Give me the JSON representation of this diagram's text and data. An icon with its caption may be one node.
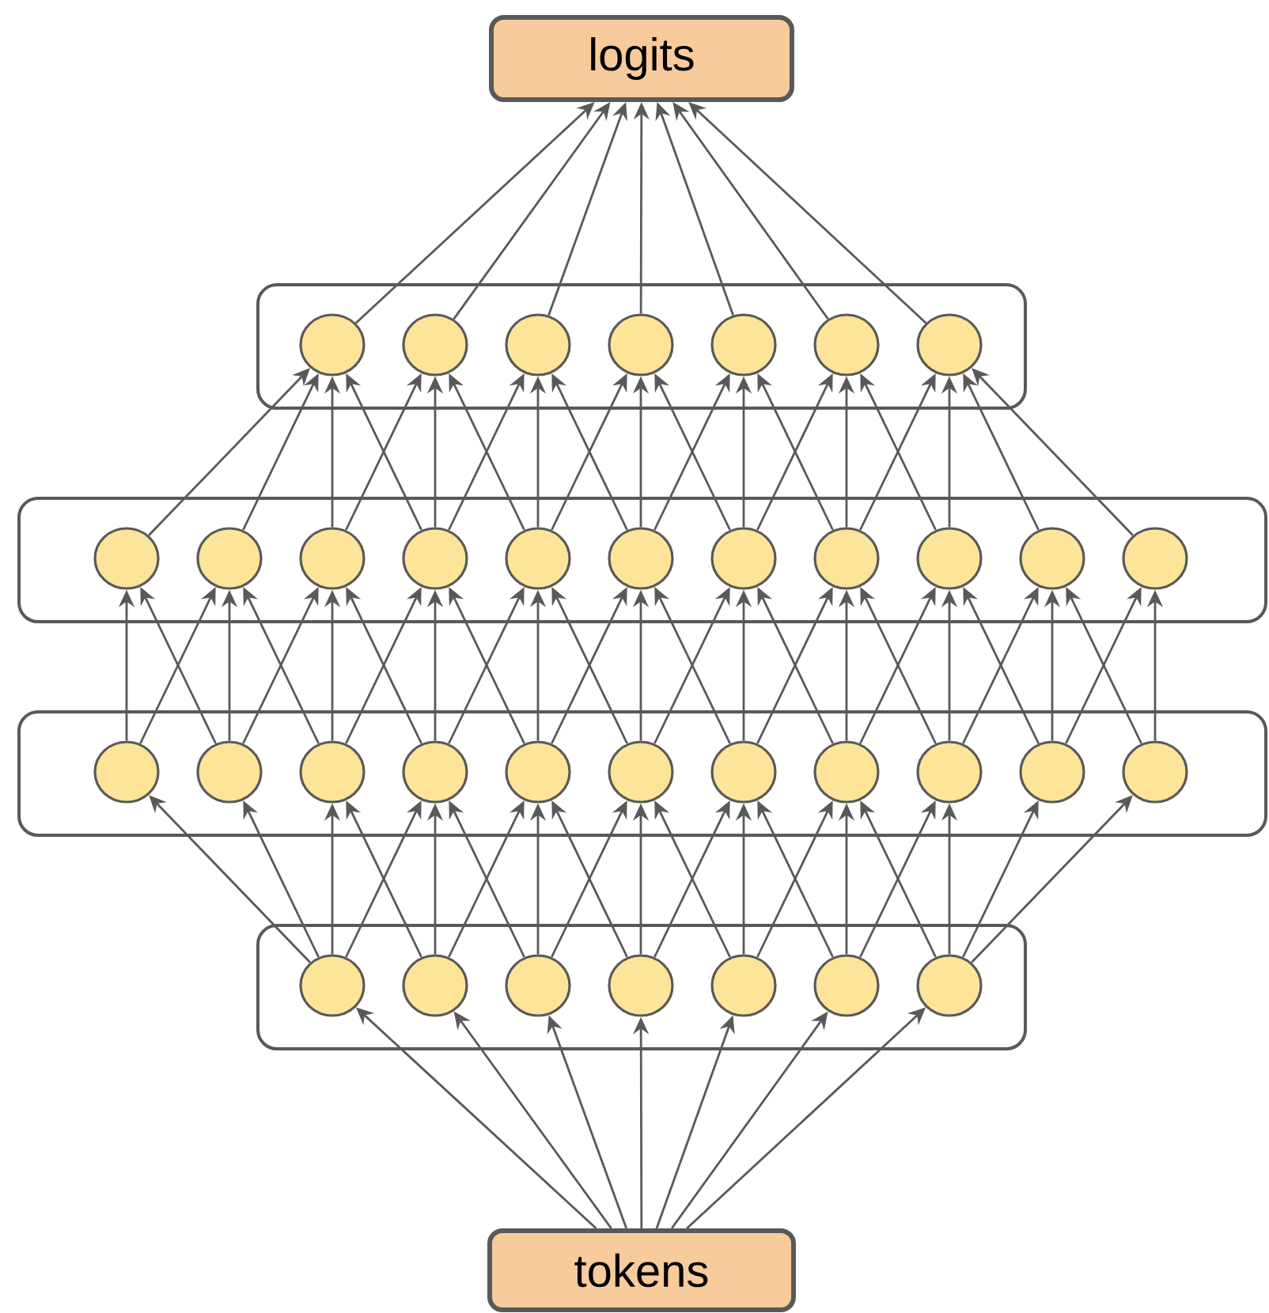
{
  "diagram": {
    "nodes": [
      {
        "text": [
          "logits"
        ]
      },
      {
        "text": [],
        "shape": "box"
      },
      {
        "text": [],
        "shape": "circle",
        "in": 1
      },
      {
        "text": [],
        "shape": "circle",
        "in": 1
      },
      {
        "text": [],
        "shape": "circle",
        "in": 1
      },
      {
        "text": [],
        "shape": "circle",
        "in": 1
      },
      {
        "text": [],
        "shape": "circle",
        "in": 1
      },
      {
        "text": [],
        "shape": "circle",
        "in": 1
      },
      {
        "text": [],
        "shape": "circle",
        "in": 1
      },
      {
        "text": [],
        "shape": "box"
      },
      {
        "text": [],
        "shape": "circle",
        "in": 9
      },
      {
        "text": [],
        "shape": "circle",
        "in": 9
      },
      {
        "text": [],
        "shape": "circle",
        "in": 9
      },
      {
        "text": [],
        "shape": "circle",
        "in": 9
      },
      {
        "text": [],
        "shape": "circle",
        "in": 9
      },
      {
        "text": [],
        "shape": "circle",
        "in": 9
      },
      {
        "text": [],
        "shape": "circle",
        "in": 9
      },
      {
        "text": [],
        "shape": "circle",
        "in": 9
      },
      {
        "text": [],
        "shape": "circle",
        "in": 9
      },
      {
        "text": [],
        "shape": "circle",
        "in": 9
      },
      {
        "text": [],
        "shape": "circle",
        "in": 9
      },
      {
        "text": [],
        "shape": "box"
      },
      {
        "text": [],
        "shape": "circle",
        "in": 21
      },
      {
        "text": [],
        "shape": "circle",
        "in": 21
      },
      {
        "text": [],
        "shape": "circle",
        "in": 21
      },
      {
        "text": [],
        "shape": "circle",
        "in": 21
      },
      {
        "text": [],
        "shape": "circle",
        "in": 21
      },
      {
        "text": [],
        "shape": "circle",
        "in": 21
      },
      {
        "text": [],
        "shape": "circle",
        "in": 21
      },
      {
        "text": [],
        "shape": "circle",
        "in": 21
      },
      {
        "text": [],
        "shape": "circle",
        "in": 21
      },
      {
        "text": [],
        "shape": "circle",
        "in": 21
      },
      {
        "text": [],
        "shape": "circle",
        "in": 21
      },
      {
        "text": [],
        "shape": "box"
      },
      {
        "text": [],
        "shape": "circle",
        "in": 33
      },
      {
        "text": [],
        "shape": "circle",
        "in": 33
      },
      {
        "text": [],
        "shape": "circle",
        "in": 33
      },
      {
        "text": [],
        "shape": "circle",
        "in": 33
      },
      {
        "text": [],
        "shape": "circle",
        "in": 33
      },
      {
        "text": [],
        "shape": "circle",
        "in": 33
      },
      {
        "text": [],
        "shape": "circle",
        "in": 33
      },
      {
        "text": [
          "tokens"
        ]
      }
    ],
    "edges": [
      {
        "from": 41,
        "to": 34,
        "arrow": "to"
      },
      {
        "from": 41,
        "to": 35,
        "arrow": "to"
      },
      {
        "from": 41,
        "to": 36,
        "arrow": "to"
      },
      {
        "from": 41,
        "to": 37,
        "arrow": "to"
      },
      {
        "from": 41,
        "to": 38,
        "arrow": "to"
      },
      {
        "from": 41,
        "to": 39,
        "arrow": "to"
      },
      {
        "from": 41,
        "to": 40,
        "arrow": "to"
      },
      {
        "from": 34,
        "to": 22,
        "arrow": "to"
      },
      {
        "from": 34,
        "to": 23,
        "arrow": "to"
      },
      {
        "from": 34,
        "to": 24,
        "arrow": "to"
      },
      {
        "from": 34,
        "to": 25,
        "arrow": "to"
      },
      {
        "from": 35,
        "to": 24,
        "arrow": "to"
      },
      {
        "from": 35,
        "to": 25,
        "arrow": "to"
      },
      {
        "from": 35,
        "to": 26,
        "arrow": "to"
      },
      {
        "from": 36,
        "to": 25,
        "arrow": "to"
      },
      {
        "from": 36,
        "to": 26,
        "arrow": "to"
      },
      {
        "from": 36,
        "to": 27,
        "arrow": "to"
      },
      {
        "from": 37,
        "to": 26,
        "arrow": "to"
      },
      {
        "from": 37,
        "to": 27,
        "arrow": "to"
      },
      {
        "from": 37,
        "to": 28,
        "arrow": "to"
      },
      {
        "from": 38,
        "to": 27,
        "arrow": "to"
      },
      {
        "from": 38,
        "to": 28,
        "arrow": "to"
      },
      {
        "from": 38,
        "to": 29,
        "arrow": "to"
      },
      {
        "from": 39,
        "to": 28,
        "arrow": "to"
      },
      {
        "from": 39,
        "to": 29,
        "arrow": "to"
      },
      {
        "from": 39,
        "to": 30,
        "arrow": "to"
      },
      {
        "from": 40,
        "to": 29,
        "arrow": "to"
      },
      {
        "from": 40,
        "to": 30,
        "arrow": "to"
      },
      {
        "from": 40,
        "to": 31,
        "arrow": "to"
      },
      {
        "from": 40,
        "to": 32,
        "arrow": "to"
      },
      {
        "from": 22,
        "to": 10,
        "arrow": "to"
      },
      {
        "from": 22,
        "to": 11,
        "arrow": "to"
      },
      {
        "from": 23,
        "to": 10,
        "arrow": "to"
      },
      {
        "from": 23,
        "to": 11,
        "arrow": "to"
      },
      {
        "from": 23,
        "to": 12,
        "arrow": "to"
      },
      {
        "from": 24,
        "to": 11,
        "arrow": "to"
      },
      {
        "from": 24,
        "to": 12,
        "arrow": "to"
      },
      {
        "from": 24,
        "to": 13,
        "arrow": "to"
      },
      {
        "from": 25,
        "to": 12,
        "arrow": "to"
      },
      {
        "from": 25,
        "to": 13,
        "arrow": "to"
      },
      {
        "from": 25,
        "to": 14,
        "arrow": "to"
      },
      {
        "from": 26,
        "to": 13,
        "arrow": "to"
      },
      {
        "from": 26,
        "to": 14,
        "arrow": "to"
      },
      {
        "from": 26,
        "to": 15,
        "arrow": "to"
      },
      {
        "from": 27,
        "to": 14,
        "arrow": "to"
      },
      {
        "from": 27,
        "to": 15,
        "arrow": "to"
      },
      {
        "from": 27,
        "to": 16,
        "arrow": "to"
      },
      {
        "from": 28,
        "to": 15,
        "arrow": "to"
      },
      {
        "from": 28,
        "to": 16,
        "arrow": "to"
      },
      {
        "from": 28,
        "to": 17,
        "arrow": "to"
      },
      {
        "from": 29,
        "to": 16,
        "arrow": "to"
      },
      {
        "from": 29,
        "to": 17,
        "arrow": "to"
      },
      {
        "from": 29,
        "to": 18,
        "arrow": "to"
      },
      {
        "from": 30,
        "to": 17,
        "arrow": "to"
      },
      {
        "from": 30,
        "to": 18,
        "arrow": "to"
      },
      {
        "from": 30,
        "to": 19,
        "arrow": "to"
      },
      {
        "from": 31,
        "to": 18,
        "arrow": "to"
      },
      {
        "from": 31,
        "to": 19,
        "arrow": "to"
      },
      {
        "from": 31,
        "to": 20,
        "arrow": "to"
      },
      {
        "from": 32,
        "to": 19,
        "arrow": "to"
      },
      {
        "from": 32,
        "to": 20,
        "arrow": "to"
      },
      {
        "from": 10,
        "to": 2,
        "arrow": "to"
      },
      {
        "from": 11,
        "to": 2,
        "arrow": "to"
      },
      {
        "from": 12,
        "to": 2,
        "arrow": "to"
      },
      {
        "from": 13,
        "to": 2,
        "arrow": "to"
      },
      {
        "from": 12,
        "to": 3,
        "arrow": "to"
      },
      {
        "from": 13,
        "to": 3,
        "arrow": "to"
      },
      {
        "from": 14,
        "to": 3,
        "arrow": "to"
      },
      {
        "from": 13,
        "to": 4,
        "arrow": "to"
      },
      {
        "from": 14,
        "to": 4,
        "arrow": "to"
      },
      {
        "from": 15,
        "to": 4,
        "arrow": "to"
      },
      {
        "from": 14,
        "to": 5,
        "arrow": "to"
      },
      {
        "from": 15,
        "to": 5,
        "arrow": "to"
      },
      {
        "from": 16,
        "to": 5,
        "arrow": "to"
      },
      {
        "from": 15,
        "to": 6,
        "arrow": "to"
      },
      {
        "from": 16,
        "to": 6,
        "arrow": "to"
      },
      {
        "from": 17,
        "to": 6,
        "arrow": "to"
      },
      {
        "from": 16,
        "to": 7,
        "arrow": "to"
      },
      {
        "from": 17,
        "to": 7,
        "arrow": "to"
      },
      {
        "from": 18,
        "to": 7,
        "arrow": "to"
      },
      {
        "from": 17,
        "to": 8,
        "arrow": "to"
      },
      {
        "from": 18,
        "to": 8,
        "arrow": "to"
      },
      {
        "from": 19,
        "to": 8,
        "arrow": "to"
      },
      {
        "from": 20,
        "to": 8,
        "arrow": "to"
      },
      {
        "from": 2,
        "to": 0,
        "arrow": "to"
      },
      {
        "from": 3,
        "to": 0,
        "arrow": "to"
      },
      {
        "from": 4,
        "to": 0,
        "arrow": "to"
      },
      {
        "from": 5,
        "to": 0,
        "arrow": "to"
      },
      {
        "from": 6,
        "to": 0,
        "arrow": "to"
      },
      {
        "from": 7,
        "to": 0,
        "arrow": "to"
      },
      {
        "from": 8,
        "to": 0,
        "arrow": "to"
      }
    ]
  }
}
